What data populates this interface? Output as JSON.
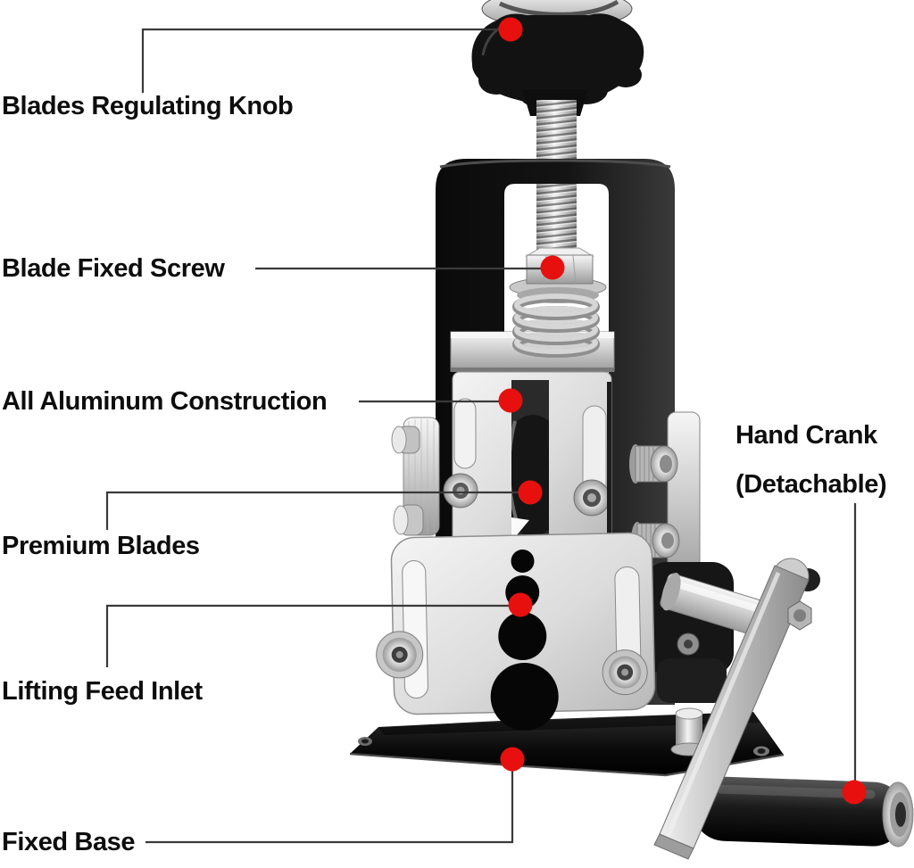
{
  "figure": {
    "background_color": "#ffffff",
    "marker_color": "#e8100e",
    "callout_line_color": "#3a3a3a",
    "label_color": "#0d0d0d",
    "callouts": [
      {
        "id": "blades-regulating-knob",
        "text": "Blades Regulating Knob"
      },
      {
        "id": "blade-fixed-screw",
        "text": "Blade Fixed Screw"
      },
      {
        "id": "all-aluminum-construction",
        "text": "All Aluminum Construction"
      },
      {
        "id": "premium-blades",
        "text": "Premium Blades"
      },
      {
        "id": "lifting-feed-inlet",
        "text": "Lifting Feed Inlet"
      },
      {
        "id": "fixed-base",
        "text": "Fixed Base"
      },
      {
        "id": "hand-crank",
        "text": "Hand Crank",
        "text2": "(Detachable)"
      }
    ]
  }
}
